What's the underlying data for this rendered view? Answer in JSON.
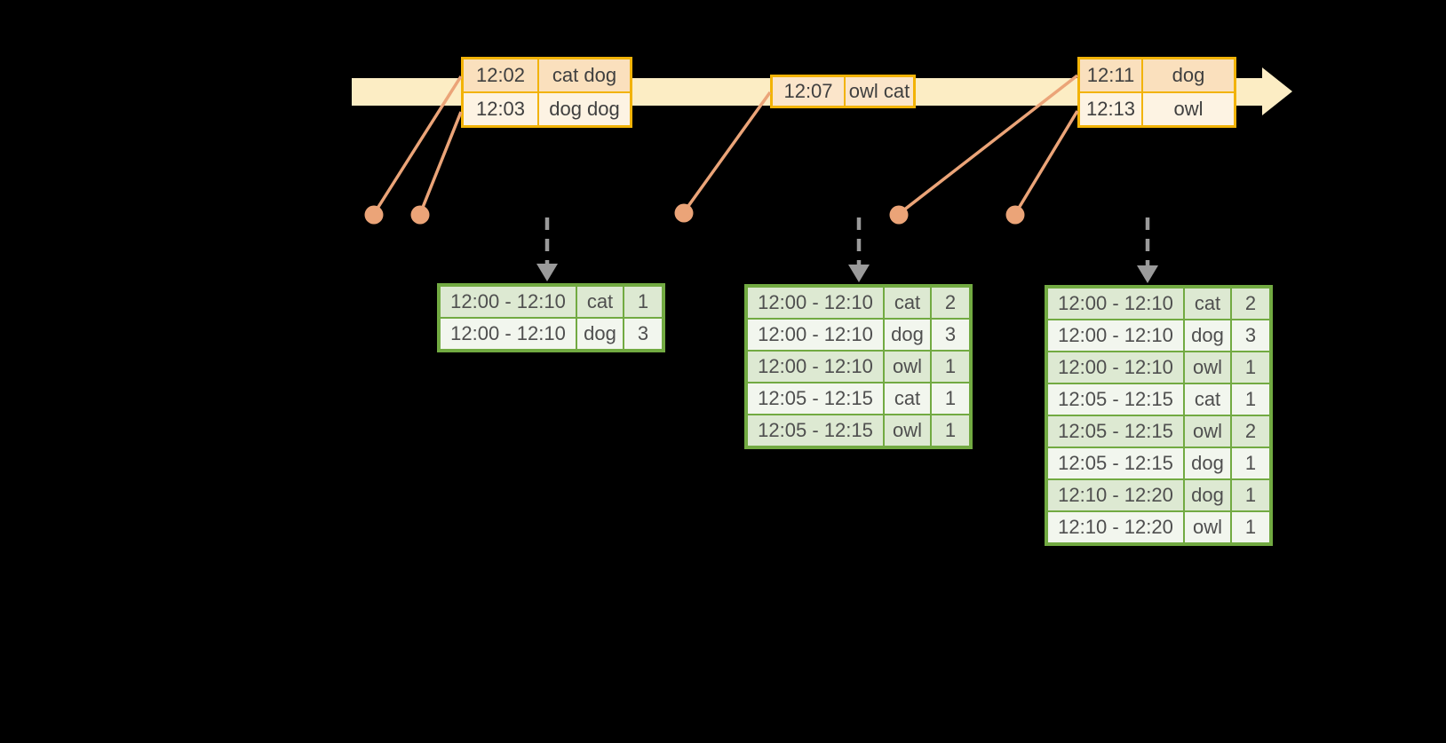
{
  "colors": {
    "background": "#000000",
    "timeline_band": "#fcedc4",
    "event_table_border": "#f2b307",
    "event_row_dark": "#fae0bd",
    "event_row_light": "#fdf3e3",
    "event_dot": "#eba478",
    "trigger_arrow_gray": "#9a9a9a",
    "result_table_border": "#72aa42",
    "result_row_dark": "#dde9d2",
    "result_row_light": "#f2f6ee"
  },
  "event_tables": [
    {
      "rows": [
        {
          "time": "12:02",
          "words": "cat dog"
        },
        {
          "time": "12:03",
          "words": "dog dog"
        }
      ]
    },
    {
      "rows": [
        {
          "time": "12:07",
          "words": "owl cat"
        }
      ]
    },
    {
      "rows": [
        {
          "time": "12:11",
          "words": "dog"
        },
        {
          "time": "12:13",
          "words": "owl"
        }
      ]
    }
  ],
  "result_tables": [
    {
      "rows": [
        {
          "window": "12:00 - 12:10",
          "word": "cat",
          "count": "1"
        },
        {
          "window": "12:00 - 12:10",
          "word": "dog",
          "count": "3"
        }
      ]
    },
    {
      "rows": [
        {
          "window": "12:00 - 12:10",
          "word": "cat",
          "count": "2"
        },
        {
          "window": "12:00 - 12:10",
          "word": "dog",
          "count": "3"
        },
        {
          "window": "12:00 - 12:10",
          "word": "owl",
          "count": "1"
        },
        {
          "window": "12:05 - 12:15",
          "word": "cat",
          "count": "1"
        },
        {
          "window": "12:05 - 12:15",
          "word": "owl",
          "count": "1"
        }
      ]
    },
    {
      "rows": [
        {
          "window": "12:00 - 12:10",
          "word": "cat",
          "count": "2"
        },
        {
          "window": "12:00 - 12:10",
          "word": "dog",
          "count": "3"
        },
        {
          "window": "12:00 - 12:10",
          "word": "owl",
          "count": "1"
        },
        {
          "window": "12:05 - 12:15",
          "word": "cat",
          "count": "1"
        },
        {
          "window": "12:05 - 12:15",
          "word": "owl",
          "count": "2"
        },
        {
          "window": "12:05 - 12:15",
          "word": "dog",
          "count": "1"
        },
        {
          "window": "12:10 - 12:20",
          "word": "dog",
          "count": "1"
        },
        {
          "window": "12:10 - 12:20",
          "word": "owl",
          "count": "1"
        }
      ]
    }
  ]
}
